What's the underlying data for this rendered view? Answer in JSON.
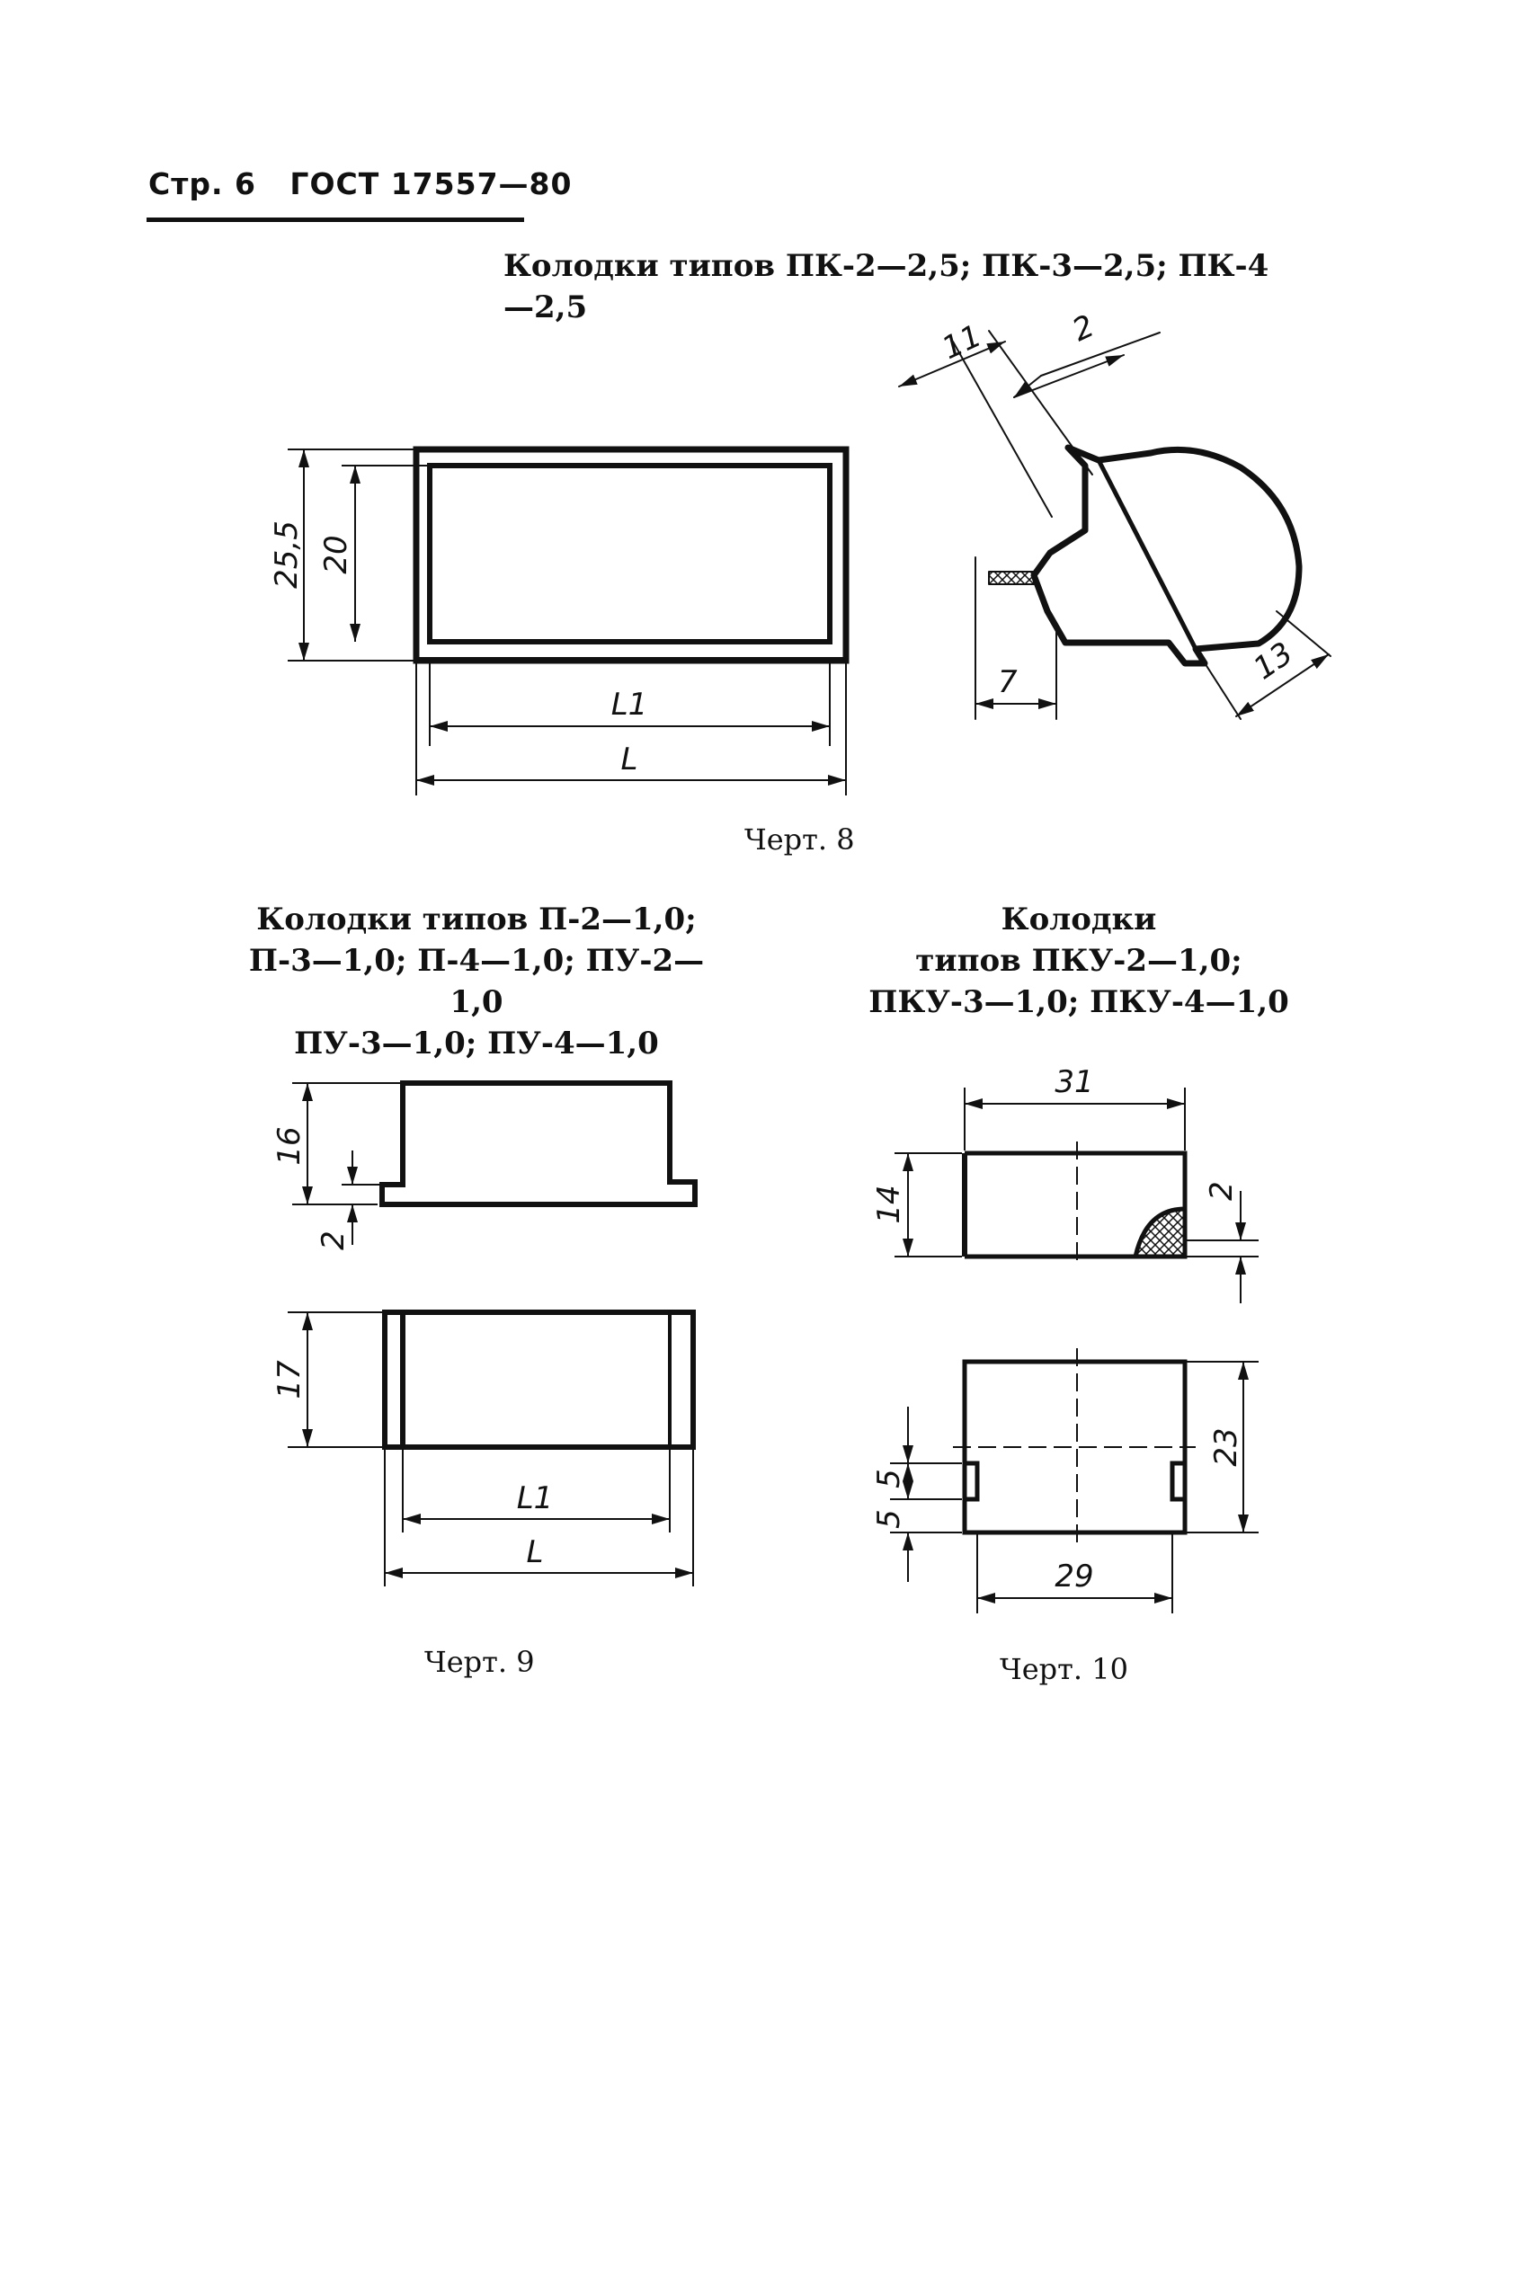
{
  "header": {
    "page": "Стр. 6",
    "standard": "ГОСТ 17557—80"
  },
  "figure8": {
    "caption": "Колодки типов ПК-2—2,5; ПК-3—2,5; ПК-4—2,5",
    "label": "Черт. 8",
    "dims": {
      "h_outer": "25,5",
      "h_inner": "20",
      "l1": "L1",
      "l": "L",
      "a": "11",
      "b": "2",
      "c": "7",
      "d": "13"
    }
  },
  "figure9": {
    "caption_lines": [
      "Колодки типов П-2—1,0;",
      "П-3—1,0; П-4—1,0; ПУ-2—1,0",
      "ПУ-3—1,0; ПУ-4—1,0"
    ],
    "label": "Черт. 9",
    "dims": {
      "h_top": "16",
      "step": "2",
      "h_bottom": "17",
      "l1": "L1",
      "l": "L"
    }
  },
  "figure10": {
    "caption_lines": [
      "Колодки",
      "типов ПКУ-2—1,0;",
      "ПКУ-3—1,0;  ПКУ-4—1,0"
    ],
    "label": "Черт. 10",
    "dims": {
      "width_top": "31",
      "h_top": "14",
      "notch": "2",
      "h_bottom": "23",
      "slot1": "5",
      "slot2": "5",
      "width_bottom": "29"
    }
  }
}
